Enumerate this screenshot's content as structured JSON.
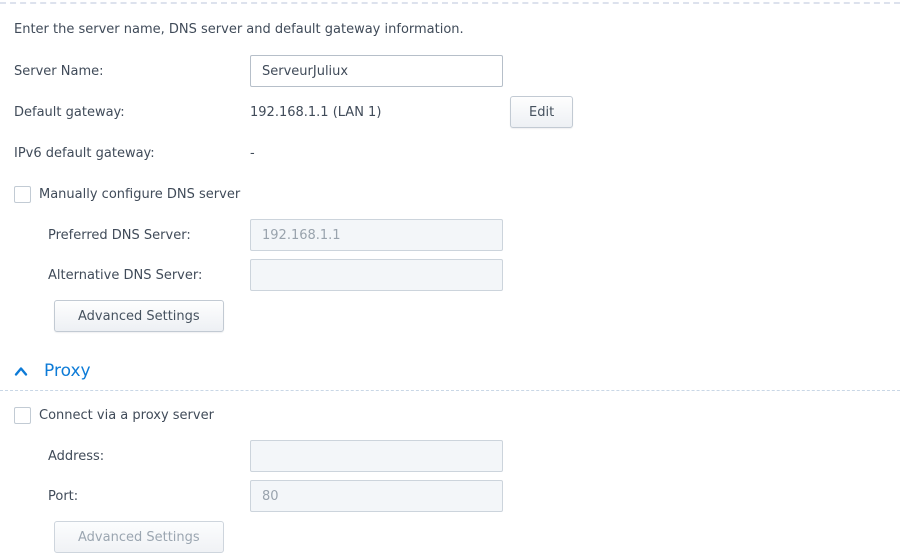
{
  "general": {
    "description": "Enter the server name, DNS server and default gateway information.",
    "server_name": {
      "label": "Server Name:",
      "value": "ServeurJuliux"
    },
    "default_gateway": {
      "label": "Default gateway:",
      "value": "192.168.1.1 (LAN 1)",
      "edit_button": "Edit"
    },
    "ipv6_gateway": {
      "label": "IPv6 default gateway:",
      "value": "-"
    },
    "manual_dns": {
      "label": "Manually configure DNS server",
      "checked": false
    },
    "preferred_dns": {
      "label": "Preferred DNS Server:",
      "value": "192.168.1.1"
    },
    "alternative_dns": {
      "label": "Alternative DNS Server:",
      "value": ""
    },
    "advanced_button": "Advanced Settings"
  },
  "proxy": {
    "title": "Proxy",
    "connect_checkbox": {
      "label": "Connect via a proxy server",
      "checked": false
    },
    "address": {
      "label": "Address:",
      "value": ""
    },
    "port": {
      "label": "Port:",
      "value": "80"
    },
    "advanced_button": "Advanced Settings"
  },
  "colors": {
    "accent_blue": "#0d7bd7",
    "text": "#404b59",
    "disabled_text": "#99a3ad",
    "dashed_rule": "#c9d7e6"
  }
}
